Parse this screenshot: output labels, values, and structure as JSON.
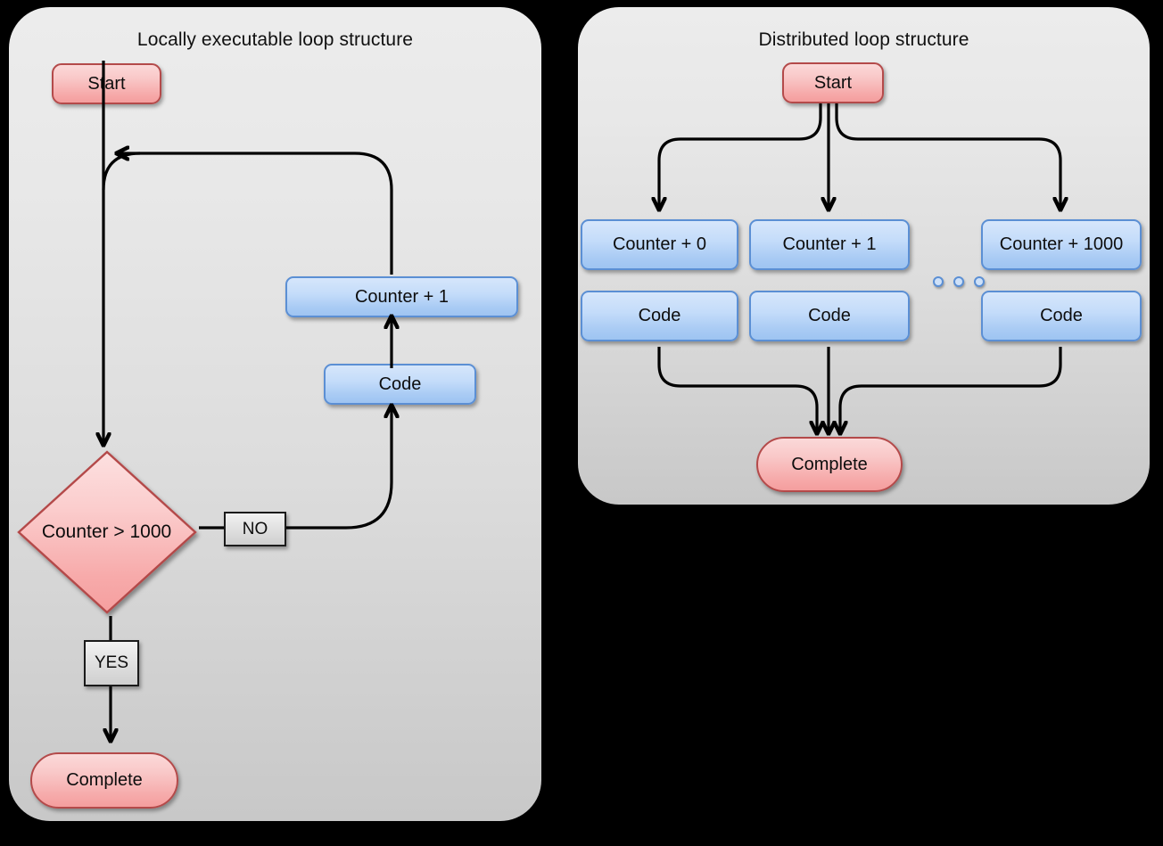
{
  "diagram": {
    "title_left": "Locally executable loop structure",
    "title_right": "Distributed loop structure"
  },
  "left_panel": {
    "title": "Locally executable loop structure",
    "nodes": {
      "start": "Start",
      "counter_increment": "Counter + 1",
      "code": "Code",
      "decision": "Counter  > 1000",
      "complete": "Complete"
    },
    "edge_labels": {
      "no": "NO",
      "yes": "YES"
    }
  },
  "right_panel": {
    "title": "Distributed loop structure",
    "nodes": {
      "start": "Start",
      "complete": "Complete"
    },
    "branches": [
      {
        "counter": "Counter + 0",
        "code": "Code"
      },
      {
        "counter": "Counter + 1",
        "code": "Code"
      },
      {
        "counter": "Counter + 1000",
        "code": "Code"
      }
    ],
    "ellipsis": "○ ○ ○"
  },
  "colors": {
    "background": "#000000",
    "panel_gradient_top": "#ececec",
    "panel_gradient_bottom": "#c8c8c8",
    "node_blue_fill": "#c4dcfa",
    "node_blue_border": "#5b8fd4",
    "node_red_fill": "#f6a9a9",
    "node_red_border": "#b44a4a",
    "label_box_fill": "#e2e2e2",
    "label_box_border": "#1a1a1a",
    "connector": "#000000",
    "text": "#0d0d0d"
  }
}
